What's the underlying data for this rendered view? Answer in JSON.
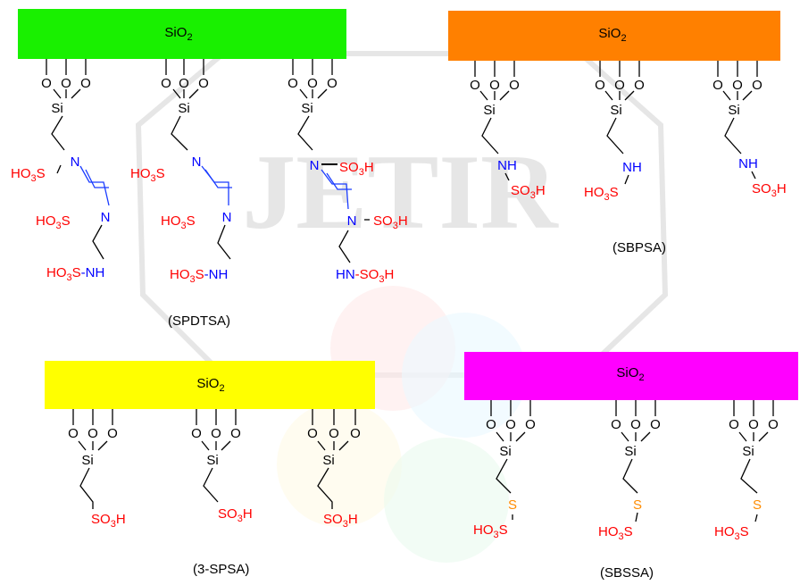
{
  "watermark": {
    "text": "JETIR"
  },
  "panels": [
    {
      "id": "spdtsa",
      "support": "SiO",
      "support_sub": "2",
      "bar_color": "#19f000",
      "caption": "(SPDTSA)"
    },
    {
      "id": "sbpsa",
      "support": "SiO",
      "support_sub": "2",
      "bar_color": "#ff8000",
      "caption": "(SBPSA)"
    },
    {
      "id": "3spsa",
      "support": "SiO",
      "support_sub": "2",
      "bar_color": "#ffff00",
      "caption": "(3-SPSA)"
    },
    {
      "id": "sbssa",
      "support": "SiO",
      "support_sub": "2",
      "bar_color": "#ff00ff",
      "caption": "(SBSSA)"
    }
  ],
  "atoms": {
    "oxygen": "O",
    "silicon": "Si",
    "nitrogen": "N",
    "amine": "NH",
    "amine_rev": "HN",
    "sulfur": "S"
  },
  "groups": {
    "sulfonic_acid": "SO",
    "sulfonic_acid_rev": "HO",
    "sub3": "3",
    "H": "H",
    "S": "S",
    "dash": "-"
  },
  "colors": {
    "acid": "#ff0000",
    "nitrogen": "#0000ff",
    "sulfur": "#ff8c00",
    "bond": "#000000",
    "n_chain": "#1a3cff"
  }
}
